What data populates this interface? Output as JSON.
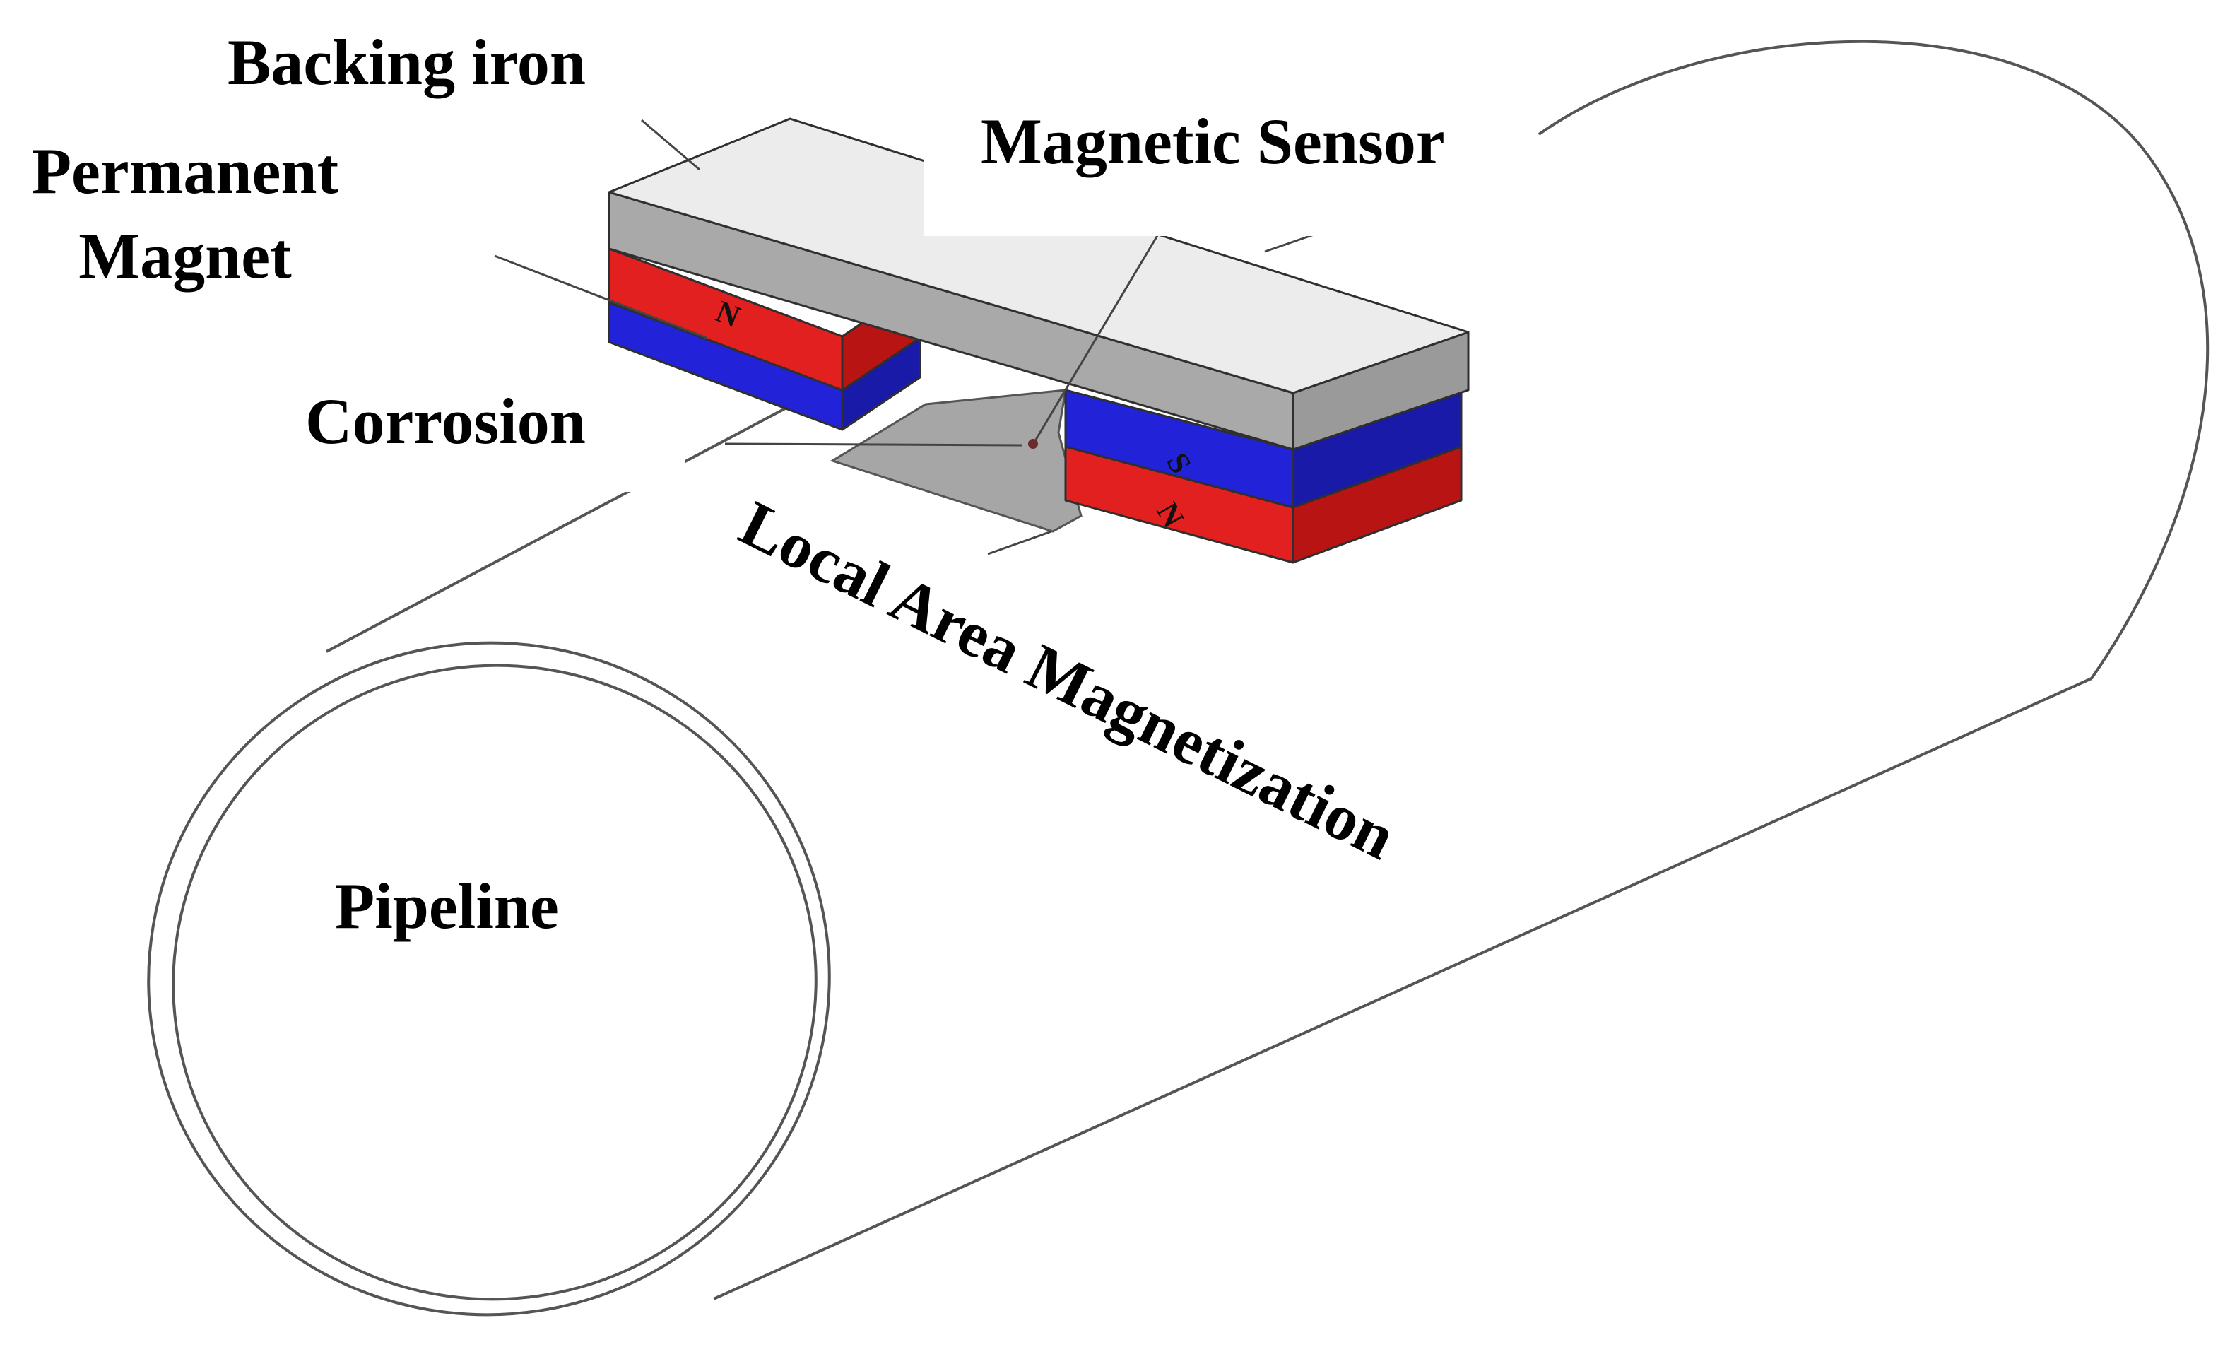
{
  "labels": {
    "backing_iron": "Backing iron",
    "permanent_magnet_line1": "Permanent",
    "permanent_magnet_line2": "Magnet",
    "magnetic_sensor": "Magnetic Sensor",
    "corrosion": "Corrosion",
    "local_area_magnetization": "Local Area Magnetization",
    "pipeline": "Pipeline"
  },
  "magnet_letters": {
    "north": "N",
    "south": "S"
  },
  "colors": {
    "north_pole": "#e32020",
    "south_pole": "#2222d8",
    "backing_iron_top": "#ececec",
    "backing_iron_side": "#a9a9a9",
    "corrosion_patch": "#a6a6a6",
    "outline": "#333333"
  }
}
